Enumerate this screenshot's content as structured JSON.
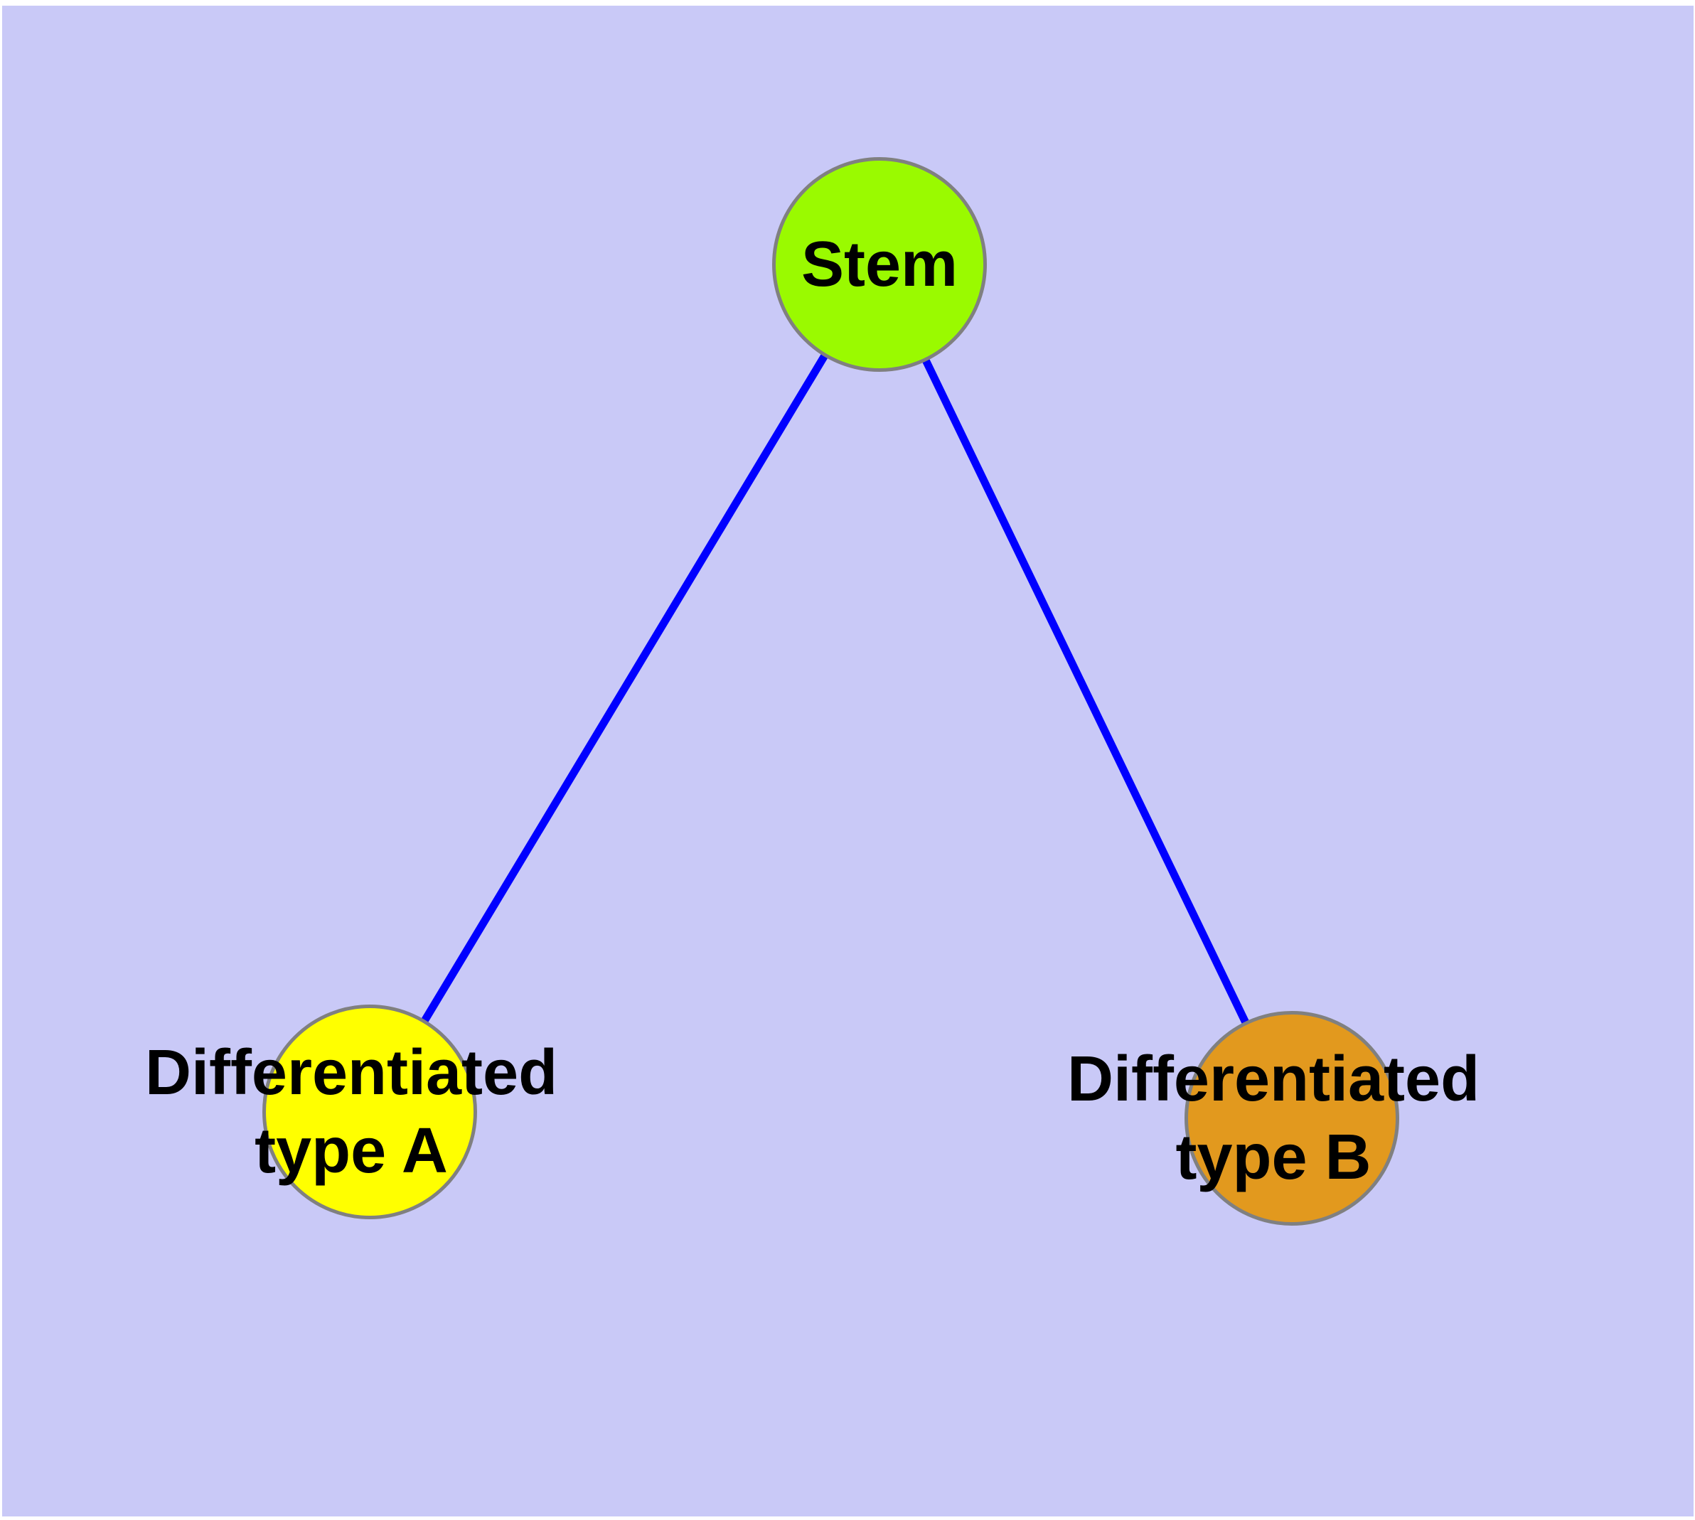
{
  "diagram": {
    "background_color": "#FFFFFF",
    "panel_color": "#C9C9F7",
    "edge_color": "#0000FF",
    "node_border_color": "#808080",
    "label_color": "#000000",
    "nodes": [
      {
        "id": "stem",
        "label": "Stem",
        "fill": "#9AFA00"
      },
      {
        "id": "type-a",
        "label": "Differentiated\ntype A",
        "fill": "#FFFF00"
      },
      {
        "id": "type-b",
        "label": "Differentiated\ntype B",
        "fill": "#E2991E"
      }
    ],
    "edges": [
      {
        "from": "stem",
        "to": "type-a"
      },
      {
        "from": "stem",
        "to": "type-b"
      }
    ]
  }
}
